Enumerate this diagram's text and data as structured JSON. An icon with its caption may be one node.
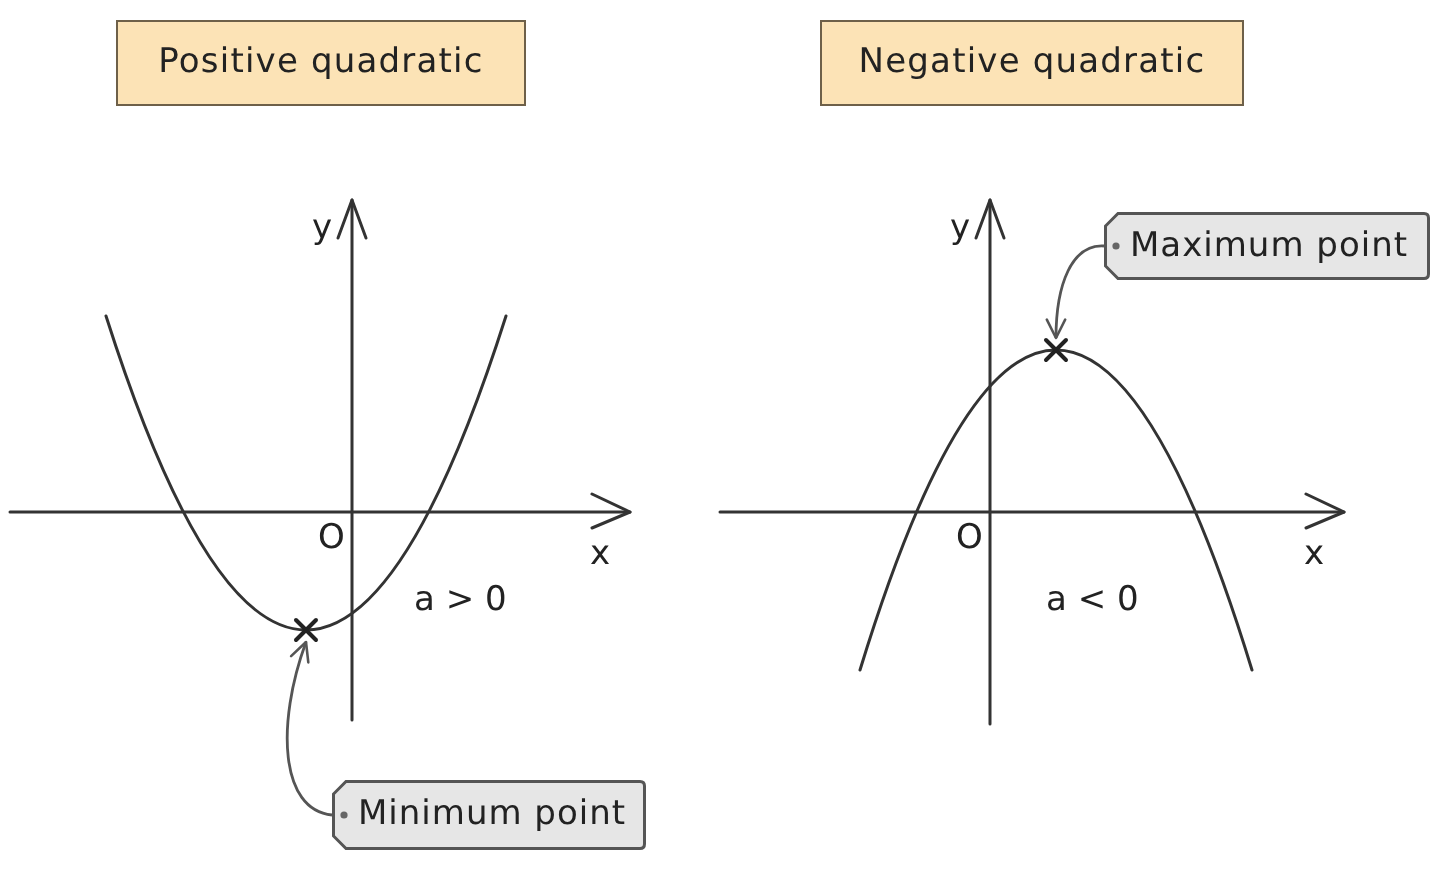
{
  "diagram": {
    "nodes": [
      {
        "text": [
          "Positive quadratic"
        ]
      },
      {
        "text": [
          "Negative quadratic"
        ]
      },
      {
        "text": [
          "Minimum point"
        ]
      },
      {
        "text": [],
        "shape": "cross"
      },
      {
        "text": [
          "Maximum point"
        ]
      },
      {
        "text": [],
        "shape": "cross"
      }
    ],
    "edges": [
      {
        "from": 2,
        "to": 3,
        "arrow": "to"
      },
      {
        "from": 4,
        "to": 5,
        "arrow": "to"
      }
    ],
    "labels": [
      "y",
      "O",
      "x",
      "a > 0",
      "y",
      "O",
      "x",
      "a < 0"
    ]
  }
}
